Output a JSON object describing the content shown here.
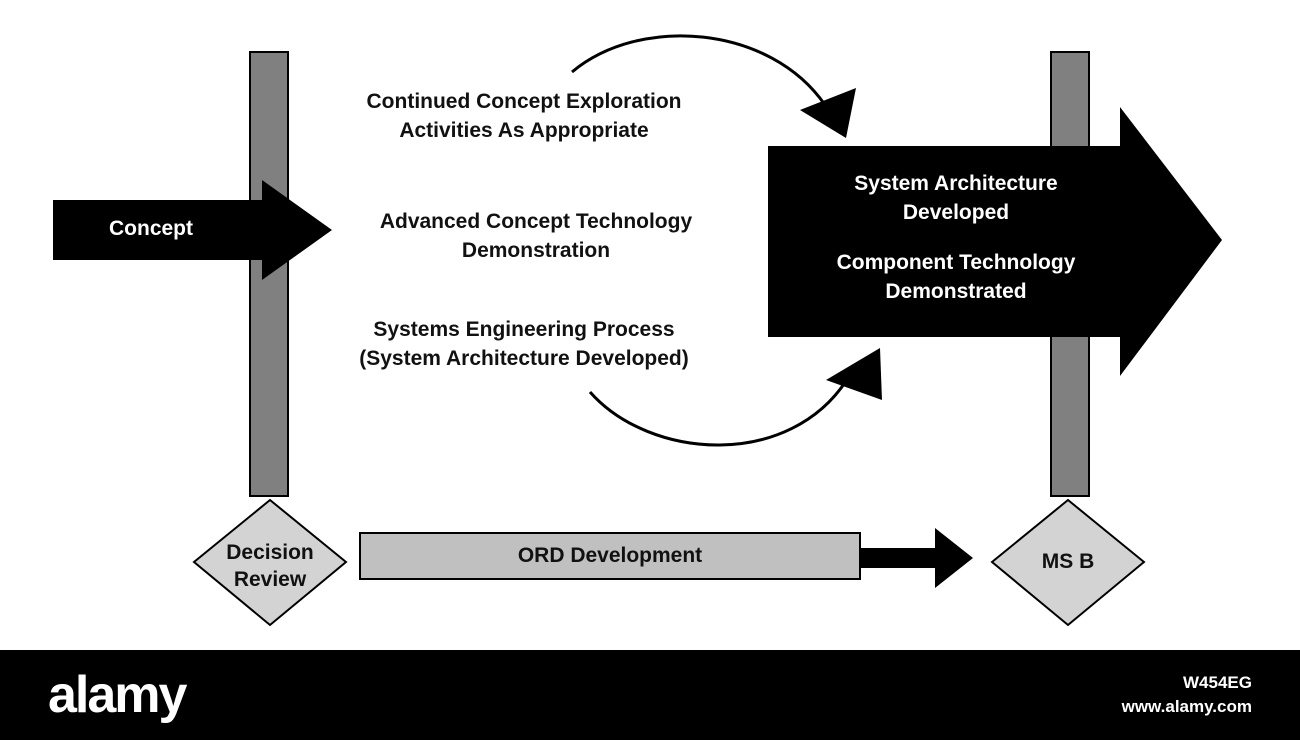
{
  "concept": "Concept",
  "activities": [
    [
      "Continued Concept Exploration",
      "Activities As Appropriate"
    ],
    [
      "Advanced Concept Technology",
      "Demonstration"
    ],
    [
      "Systems Engineering Process",
      "(System Architecture Developed)"
    ]
  ],
  "outcomes": [
    [
      "System Architecture",
      "Developed"
    ],
    [
      "Component Technology",
      "Demonstrated"
    ]
  ],
  "decision_review": [
    "Decision",
    "Review"
  ],
  "ord_development": "ORD Development",
  "milestone": "MS B",
  "footer": {
    "brand": "alamy",
    "image_id": "W454EG",
    "url": "www.alamy.com"
  },
  "colors": {
    "bar": "#808080",
    "box": "#c0c0c0",
    "arrow": "#000000"
  }
}
